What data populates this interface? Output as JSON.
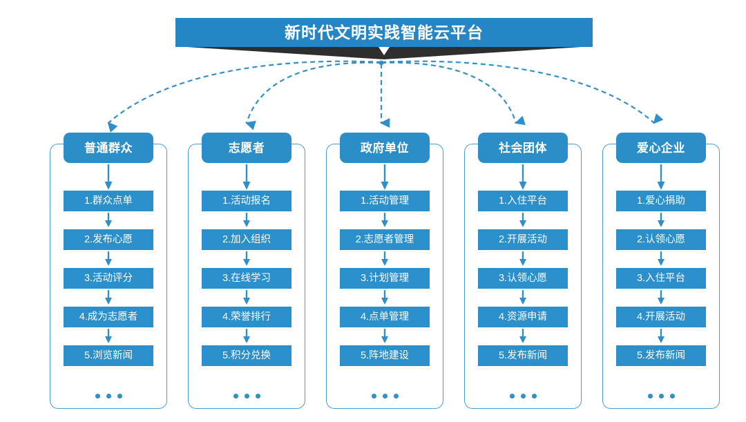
{
  "header": {
    "title": "新时代文明实践智能云平台",
    "banner_color": "#2685c5",
    "ribbon_color": "#2e2e2e"
  },
  "theme": {
    "box_blue": "#2b8fcb",
    "head_blue": "#2b8ec9",
    "border_blue": "#4a9bd1",
    "dash_blue": "#2f8fcb",
    "background": "#ffffff"
  },
  "columns": [
    {
      "id": "ordinary-public",
      "header": "普通群众",
      "items": [
        "1.群众点单",
        "2.发布心愿",
        "3.活动评分",
        "4.成为志愿者",
        "5.浏览新闻"
      ],
      "more": "…"
    },
    {
      "id": "volunteer",
      "header": "志愿者",
      "items": [
        "1.活动报名",
        "2.加入组织",
        "3.在线学习",
        "4.荣誉排行",
        "5.积分兑换"
      ],
      "more": "…"
    },
    {
      "id": "government-unit",
      "header": "政府单位",
      "items": [
        "1.活动管理",
        "2.志愿者管理",
        "3.计划管理",
        "4.点单管理",
        "5.阵地建设"
      ],
      "more": "…"
    },
    {
      "id": "social-group",
      "header": "社会团体",
      "items": [
        "1.入住平台",
        "2.开展活动",
        "3.认领心愿",
        "4.资源申请",
        "5.发布新闻"
      ],
      "more": "…"
    },
    {
      "id": "caring-enterprise",
      "header": "爱心企业",
      "items": [
        "1.爱心捐助",
        "2.认领心愿",
        "3.入住平台",
        "4.开展活动",
        "5.发布新闻"
      ],
      "more": "…"
    }
  ]
}
